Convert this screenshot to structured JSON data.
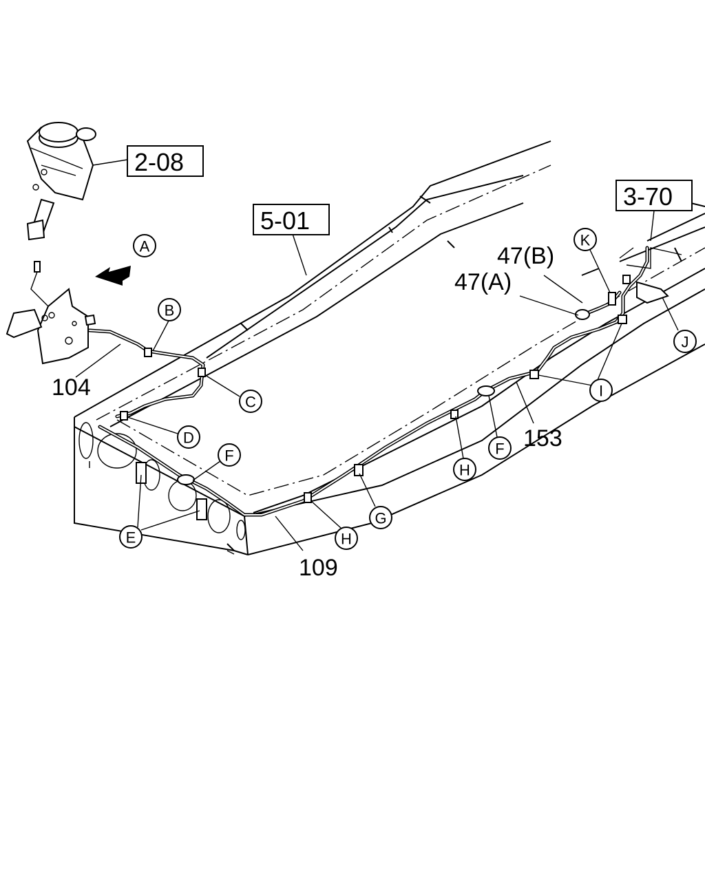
{
  "references": {
    "ref_2_08": "2-08",
    "ref_5_01": "5-01",
    "ref_3_70": "3-70"
  },
  "part_numbers": {
    "p104": "104",
    "p109": "109",
    "p153": "153",
    "p47a": "47(A)",
    "p47b": "47(B)"
  },
  "callouts": {
    "A": "A",
    "B": "B",
    "C": "C",
    "D": "D",
    "E": "E",
    "F1": "F",
    "F2": "F",
    "G": "G",
    "H1": "H",
    "H2": "H",
    "I": "I",
    "J": "J",
    "K": "K"
  },
  "icons": {
    "direction_arrow": "arrow-left-down-icon"
  }
}
